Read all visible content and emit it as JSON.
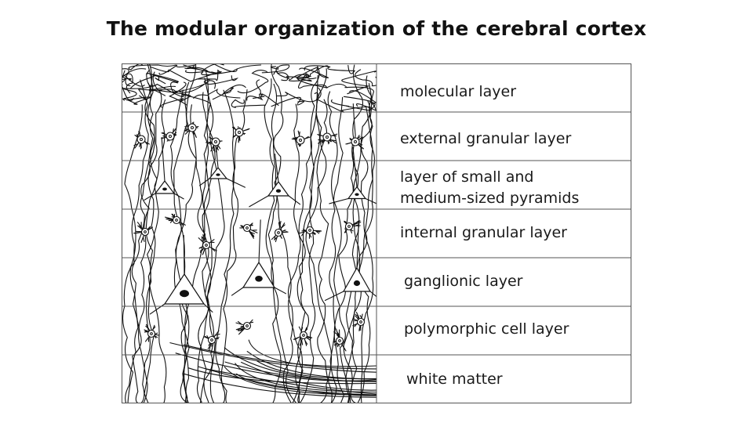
{
  "title": "The modular organization of the cerebral cortex",
  "layers": [
    {
      "id": "molecular",
      "label": "molecular layer"
    },
    {
      "id": "external-granular",
      "label": "external granular layer"
    },
    {
      "id": "small-medium-pyramids",
      "label_line1": "layer of small and",
      "label_line2": "medium-sized pyramids"
    },
    {
      "id": "internal-granular",
      "label": "internal granular layer"
    },
    {
      "id": "ganglionic",
      "label": "ganglionic layer"
    },
    {
      "id": "polymorphic",
      "label": "polymorphic cell layer"
    },
    {
      "id": "white-matter",
      "label": "white matter"
    }
  ],
  "colors": {
    "line": "#111111",
    "grid": "#555555",
    "background": "#ffffff"
  }
}
